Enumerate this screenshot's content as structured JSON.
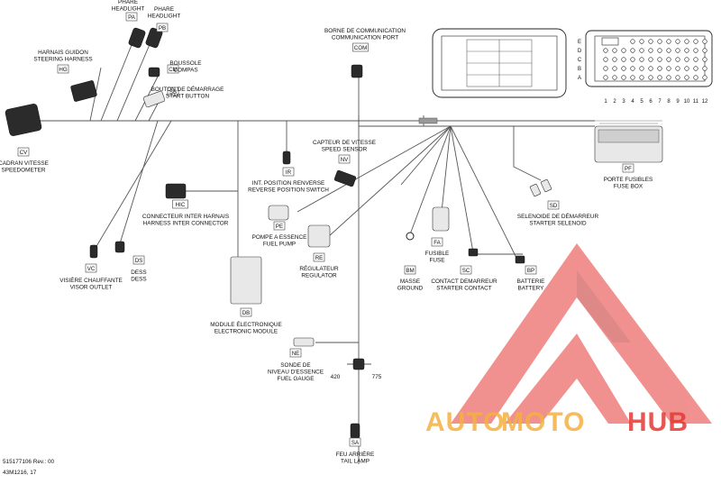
{
  "components": {
    "PA": {
      "code": "PA",
      "lines": [
        "PHARE",
        "HEADLIGHT"
      ]
    },
    "PB": {
      "code": "PB",
      "lines": [
        "PHARE",
        "HEADLIGHT"
      ]
    },
    "HG": {
      "code": "HG",
      "lines": [
        "HARNAIS GUIDON",
        "STEERING HARNESS"
      ]
    },
    "CM": {
      "code": "CM",
      "lines": [
        "BOUSSOLE",
        "COMPAS"
      ]
    },
    "SB": {
      "code": "SB",
      "lines": [
        "BOUTON DE DÉMARRAGE",
        "START BUTTON"
      ]
    },
    "CV": {
      "code": "CV",
      "lines": [
        "CADRAN VITESSE",
        "SPEEDOMETER"
      ]
    },
    "COM": {
      "code": "COM",
      "lines": [
        "BORNE DE COMMUNICATION",
        "COMMUNICATION PORT"
      ]
    },
    "IR": {
      "code": "IR",
      "lines": [
        "INT. POSITION RENVERSE",
        "REVERSE POSITION SWITCH"
      ]
    },
    "NV": {
      "code": "NV",
      "lines": [
        "CAPTEUR DE VITESSE",
        "SPEED SENSOR"
      ]
    },
    "HIC": {
      "code": "HIC",
      "lines": [
        "CONNECTEUR INTER HARNAIS",
        "HARNESS INTER CONNECTOR"
      ]
    },
    "PE": {
      "code": "PE",
      "lines": [
        "POMPE A ESSENCE",
        "FUEL PUMP"
      ]
    },
    "RE": {
      "code": "RE",
      "lines": [
        "RÉGULATEUR",
        "REGULATOR"
      ]
    },
    "VC": {
      "code": "VC",
      "lines": [
        "VISIÈRE CHAUFFANTE",
        "VISOR OUTLET"
      ]
    },
    "DS": {
      "code": "DS",
      "lines": [
        "DESS",
        "DESS"
      ]
    },
    "DB": {
      "code": "DB",
      "lines": [
        "MODULE ÉLECTRONIQUE",
        "ELECTRONIC MODULE"
      ]
    },
    "NE": {
      "code": "NE",
      "lines": [
        "SONDE DE",
        "NIVEAU D'ESSENCE",
        "FUEL GAUGE"
      ]
    },
    "SA": {
      "code": "SA",
      "lines": [
        "FEU ARRIÈRE",
        "TAIL LAMP"
      ]
    },
    "FA": {
      "code": "FA",
      "lines": [
        "FUSIBLE",
        "FUSE"
      ]
    },
    "BM": {
      "code": "BM",
      "lines": [
        "MASSE",
        "GROUND"
      ]
    },
    "SC": {
      "code": "SC",
      "lines": [
        "CONTACT DEMARREUR",
        "STARTER CONTACT"
      ]
    },
    "BP": {
      "code": "BP",
      "lines": [
        "BATTERIE",
        "BATTERY"
      ]
    },
    "SD": {
      "code": "SD",
      "lines": [
        "SELENOIDE DE DÉMARREUR",
        "STARTER SELENOID"
      ]
    },
    "PF": {
      "code": "PF",
      "lines": [
        "PORTE FUSIBLES",
        "FUSE BOX"
      ]
    }
  },
  "fuse_box_pinout": {
    "row_letters": [
      "E",
      "D",
      "C",
      "B",
      "A"
    ],
    "column_numbers": [
      "1",
      "2",
      "3",
      "4",
      "5",
      "6",
      "7",
      "8",
      "9",
      "10",
      "11",
      "12"
    ]
  },
  "fuel_gauge_values": [
    "420",
    "775"
  ],
  "footer": {
    "revision": "515177106 Rev.: 00",
    "part": "43M1216, 17"
  },
  "watermark": {
    "part1": "AUTO",
    "part2": "MOTO",
    "part3": "HUB",
    "color_orange": "#f5b041",
    "color_red": "#e53935"
  }
}
